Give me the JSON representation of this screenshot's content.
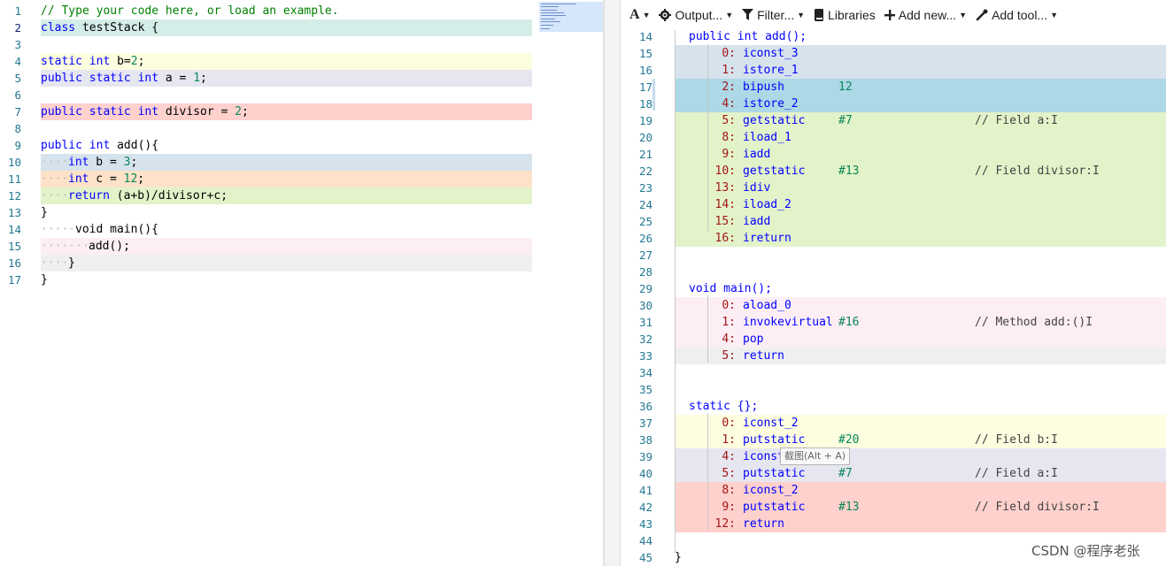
{
  "left": {
    "lines": [
      {
        "n": "1"
      },
      {
        "n": "2"
      },
      {
        "n": "3"
      },
      {
        "n": "4"
      },
      {
        "n": "5"
      },
      {
        "n": "6"
      },
      {
        "n": "7"
      },
      {
        "n": "8"
      },
      {
        "n": "9"
      },
      {
        "n": "10"
      },
      {
        "n": "11"
      },
      {
        "n": "12"
      },
      {
        "n": "13"
      },
      {
        "n": "14"
      },
      {
        "n": "15"
      },
      {
        "n": "16"
      },
      {
        "n": "17"
      }
    ],
    "code": {
      "l1": "// Type your code here, or load an example.",
      "l2_kw": "class",
      "l2_rest": " testStack {",
      "l4_a": "static int",
      "l4_b": " b=",
      "l4_c": "2",
      "l4_d": ";",
      "l5_a": "public static int",
      "l5_b": " a = ",
      "l5_c": "1",
      "l5_d": ";",
      "l7_a": "public static int",
      "l7_b": " divisor = ",
      "l7_c": "2",
      "l7_d": ";",
      "l9_a": "public int",
      "l9_b": " add(){",
      "l10_a": "int",
      "l10_b": " b = ",
      "l10_c": "3",
      "l10_d": ";",
      "l11_a": "int",
      "l11_b": " c = ",
      "l11_c": "12",
      "l11_d": ";",
      "l12_a": "return",
      "l12_b": " (a+b)/divisor+c;",
      "l13": "}",
      "l14": "void main(){",
      "l15": "add();",
      "l16": "}",
      "l17": "}"
    }
  },
  "toolbar": {
    "font_label": "A",
    "output_label": "Output...",
    "filter_label": "Filter...",
    "libraries_label": "Libraries",
    "add_new_label": "Add new...",
    "add_tool_label": "Add tool..."
  },
  "right": {
    "rows": [
      {
        "n": "14",
        "sig": "public int add();"
      },
      {
        "n": "15",
        "off": "0:",
        "op": "iconst_3",
        "arg": "",
        "cmt": ""
      },
      {
        "n": "16",
        "off": "1:",
        "op": "istore_1",
        "arg": "",
        "cmt": ""
      },
      {
        "n": "17",
        "off": "2:",
        "op": "bipush",
        "arg": "12",
        "cmt": ""
      },
      {
        "n": "18",
        "off": "4:",
        "op": "istore_2",
        "arg": "",
        "cmt": ""
      },
      {
        "n": "19",
        "off": "5:",
        "op": "getstatic",
        "arg": "#7",
        "cmt": "// Field a:I"
      },
      {
        "n": "20",
        "off": "8:",
        "op": "iload_1",
        "arg": "",
        "cmt": ""
      },
      {
        "n": "21",
        "off": "9:",
        "op": "iadd",
        "arg": "",
        "cmt": ""
      },
      {
        "n": "22",
        "off": "10:",
        "op": "getstatic",
        "arg": "#13",
        "cmt": "// Field divisor:I"
      },
      {
        "n": "23",
        "off": "13:",
        "op": "idiv",
        "arg": "",
        "cmt": ""
      },
      {
        "n": "24",
        "off": "14:",
        "op": "iload_2",
        "arg": "",
        "cmt": ""
      },
      {
        "n": "25",
        "off": "15:",
        "op": "iadd",
        "arg": "",
        "cmt": ""
      },
      {
        "n": "26",
        "off": "16:",
        "op": "ireturn",
        "arg": "",
        "cmt": ""
      },
      {
        "n": "27"
      },
      {
        "n": "28"
      },
      {
        "n": "29",
        "sig": "void main();"
      },
      {
        "n": "30",
        "off": "0:",
        "op": "aload_0",
        "arg": "",
        "cmt": ""
      },
      {
        "n": "31",
        "off": "1:",
        "op": "invokevirtual",
        "arg": "#16",
        "cmt": "// Method add:()I"
      },
      {
        "n": "32",
        "off": "4:",
        "op": "pop",
        "arg": "",
        "cmt": ""
      },
      {
        "n": "33",
        "off": "5:",
        "op": "return",
        "arg": "",
        "cmt": ""
      },
      {
        "n": "34"
      },
      {
        "n": "35"
      },
      {
        "n": "36",
        "sig": "static {};"
      },
      {
        "n": "37",
        "off": "0:",
        "op": "iconst_2",
        "arg": "",
        "cmt": ""
      },
      {
        "n": "38",
        "off": "1:",
        "op": "putstatic",
        "arg": "#20",
        "cmt": "// Field b:I"
      },
      {
        "n": "39",
        "off": "4:",
        "op": "iconst",
        "arg": "",
        "cmt": ""
      },
      {
        "n": "40",
        "off": "5:",
        "op": "putstatic",
        "arg": "#7",
        "cmt": "// Field a:I"
      },
      {
        "n": "41",
        "off": "8:",
        "op": "iconst_2",
        "arg": "",
        "cmt": ""
      },
      {
        "n": "42",
        "off": "9:",
        "op": "putstatic",
        "arg": "#13",
        "cmt": "// Field divisor:I"
      },
      {
        "n": "43",
        "off": "12:",
        "op": "return",
        "arg": "",
        "cmt": ""
      },
      {
        "n": "44"
      },
      {
        "n": "45",
        "sig": "}"
      }
    ]
  },
  "tooltip": "截图(Alt + A)",
  "watermark": "CSDN @程序老张",
  "colors": {
    "teal": "#d4ede8",
    "yellow": "#fdfde0",
    "lavender": "#e6e6f0",
    "salmon": "#ffd1cc",
    "blue": "#d6e3ec",
    "peach": "#fde2c8",
    "green": "#e3f3c9",
    "pink": "#fdeef5",
    "gray": "#efefef",
    "selblue": "#add8e6"
  }
}
